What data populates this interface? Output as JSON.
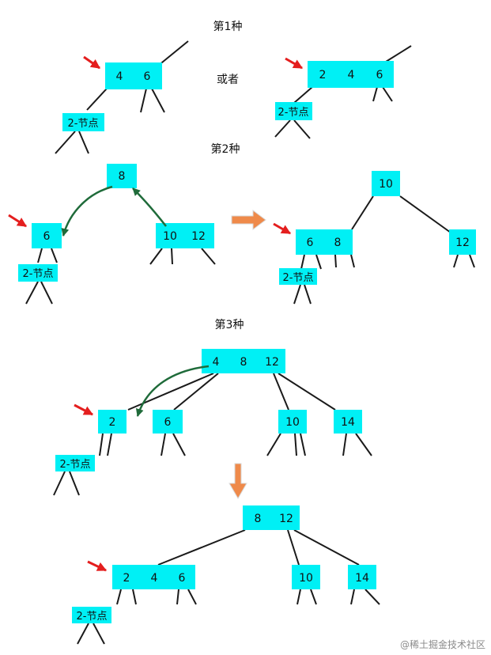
{
  "sections": {
    "case1": {
      "title": "第1种",
      "or_text": "或者"
    },
    "case2": {
      "title": "第2种"
    },
    "case3": {
      "title": "第3种"
    }
  },
  "label_2node": "2-节点",
  "nodes": {
    "c1a_root": [
      "4",
      "6"
    ],
    "c1b_root": [
      "2",
      "4",
      "6"
    ],
    "c2_parent": [
      "8"
    ],
    "c2_left": [
      "6"
    ],
    "c2_right": [
      "10",
      "12"
    ],
    "c2r_parent": [
      "10"
    ],
    "c2r_left": [
      "6",
      "8"
    ],
    "c2r_right": [
      "12"
    ],
    "c3_root": [
      "4",
      "8",
      "12"
    ],
    "c3_c1": [
      "2"
    ],
    "c3_c2": [
      "6"
    ],
    "c3_c3": [
      "10"
    ],
    "c3_c4": [
      "14"
    ],
    "c3r_root": [
      "8",
      "12"
    ],
    "c3r_c1": [
      "2",
      "4",
      "6"
    ],
    "c3r_c2": [
      "10"
    ],
    "c3r_c3": [
      "14"
    ]
  },
  "colors": {
    "node": "#00f0f5",
    "red_arrow": "#e41e1e",
    "green_arrow": "#1f6b3a",
    "orange_arrow": "#ef8a4a",
    "edge": "#1a1a1a"
  },
  "watermark": "@稀土掘金技术社区"
}
